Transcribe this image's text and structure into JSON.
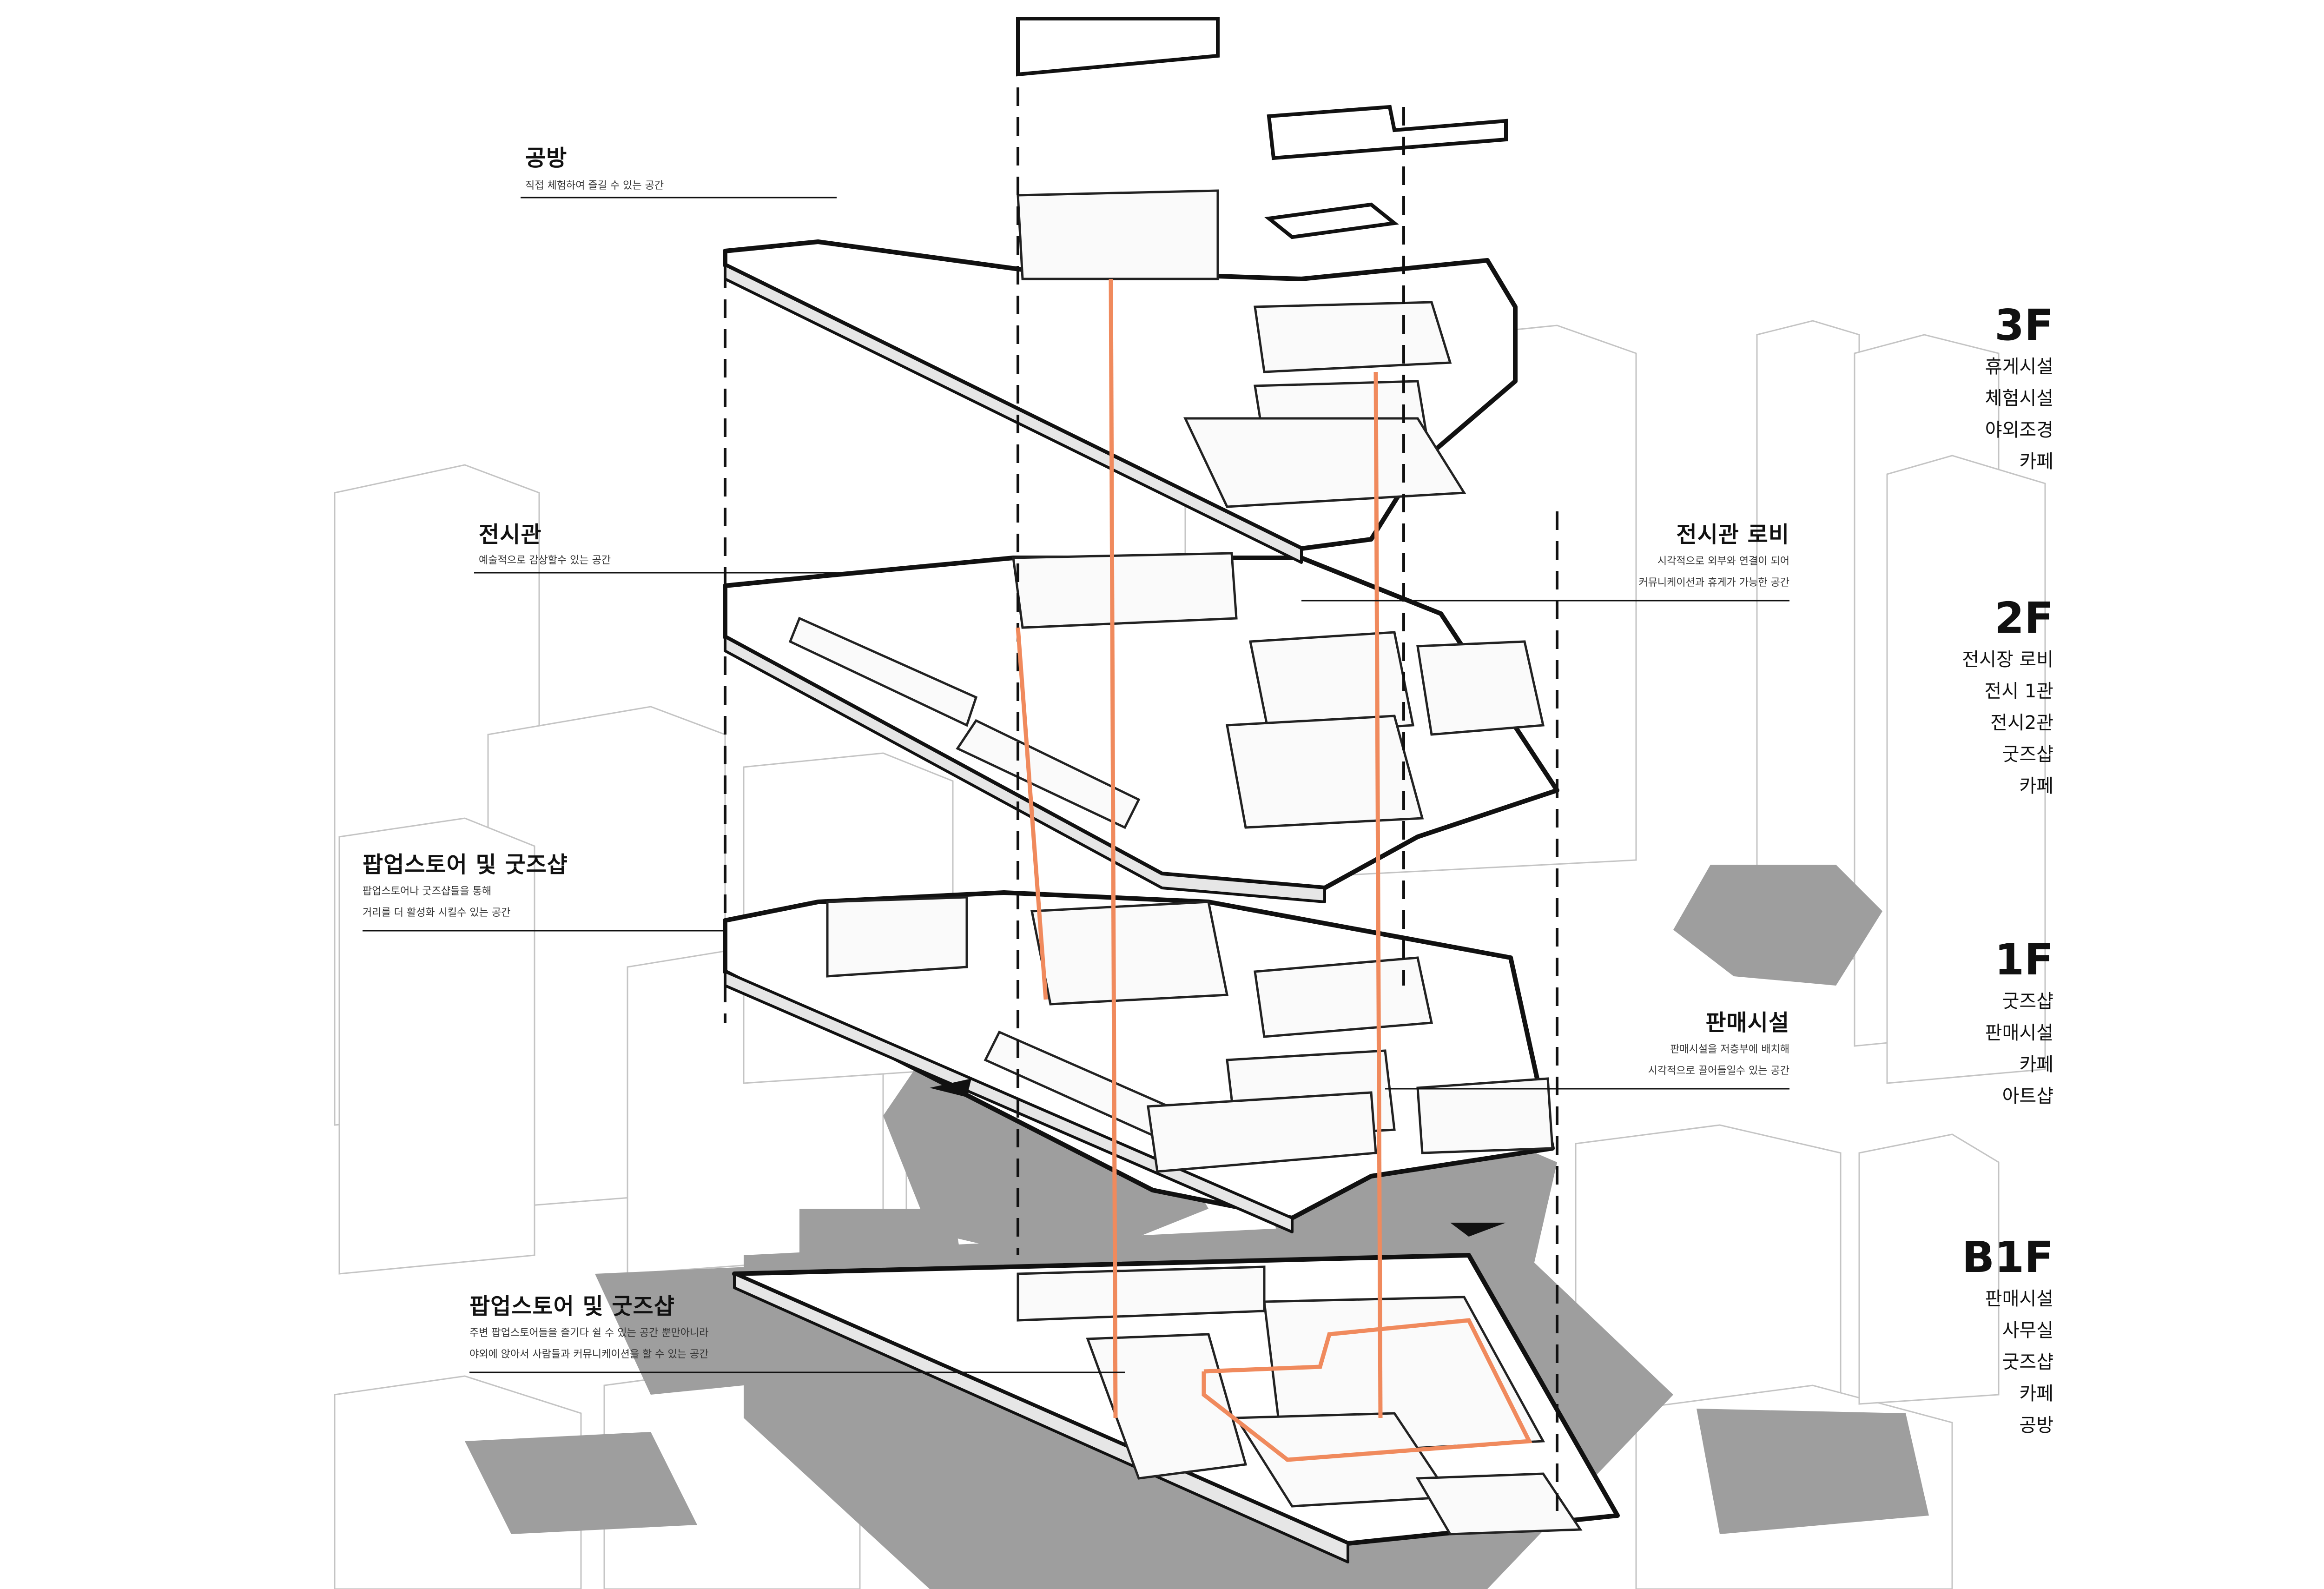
{
  "labels": {
    "workshop": {
      "title": "공방",
      "desc": [
        "직접 체험하여 즐길 수 있는 공간"
      ]
    },
    "gallery": {
      "title": "전시관",
      "desc": [
        "예술적으로 감상할수 있는 공간"
      ]
    },
    "gallery_lobby": {
      "title": "전시관 로비",
      "desc": [
        "시각적으로 외부와 연결이 되어",
        "커뮤니케이션과 휴게가 가능한 공간"
      ]
    },
    "popup_1f": {
      "title": "팝업스토어 및 굿즈샵",
      "desc": [
        "팝업스토어나 굿즈샵들을 통해",
        "거리를 더 활성화 시킬수 있는 공간"
      ]
    },
    "retail": {
      "title": "판매시설",
      "desc": [
        "판매시설을 저층부에 배치해",
        "시각적으로 끌어들일수 있는 공간"
      ]
    },
    "popup_b1f": {
      "title": "팝업스토어 및 굿즈샵",
      "desc": [
        "주변 팝업스토어들을 즐기다 쉴 수 있는 공간 뿐만아니라",
        "야외에 앉아서 사람들과 커뮤니케이션을 할 수 있는 공간"
      ]
    }
  },
  "floors": [
    {
      "label": "3F",
      "items": [
        "휴게시설",
        "체험시설",
        "야외조경",
        "카페"
      ]
    },
    {
      "label": "2F",
      "items": [
        "전시장 로비",
        "전시 1관",
        "전시2관",
        "굿즈샵",
        "카페"
      ]
    },
    {
      "label": "1F",
      "items": [
        "굿즈샵",
        "판매시설",
        "카페",
        "아트샵"
      ]
    },
    {
      "label": "B1F",
      "items": [
        "판매시설",
        "사무실",
        "굿즈샵",
        "카페",
        "공방"
      ]
    }
  ],
  "colors": {
    "circulation": "#f08a5d",
    "ground_shadow": "#9e9e9e",
    "line": "#111111",
    "context_line": "#bdbdbd"
  }
}
